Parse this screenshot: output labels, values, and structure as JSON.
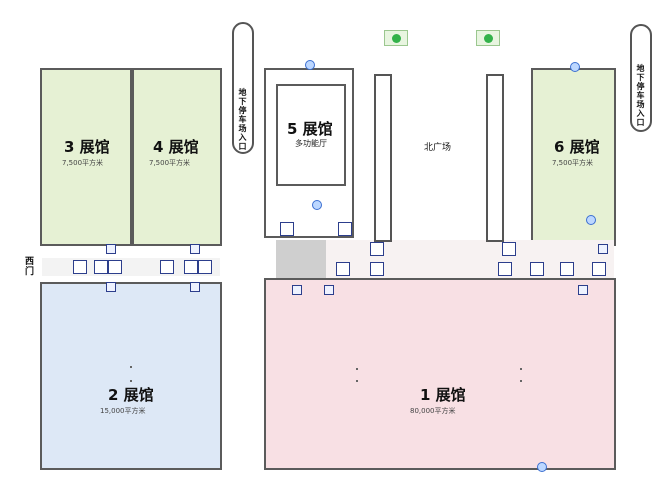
{
  "halls": {
    "hall1": {
      "name": "1 展馆",
      "area": "80,000平方米"
    },
    "hall2": {
      "name": "2 展馆",
      "area": "15,000平方米"
    },
    "hall3": {
      "name": "3 展馆",
      "area": "7,500平方米"
    },
    "hall4": {
      "name": "4 展馆",
      "area": "7,500平方米"
    },
    "hall5": {
      "name": "5 展馆",
      "area": "多功能厅"
    },
    "hall6": {
      "name": "6 展馆",
      "area": "7,500平方米"
    }
  },
  "labels": {
    "plaza": "北广场",
    "west_gate": "西门",
    "parking_left": "地下停车场入口",
    "parking_right": "地下停车场入口"
  },
  "colors": {
    "green_hall": "#e6f1d4",
    "blue_hall": "#dde8f6",
    "pink_hall": "#f8e0e4",
    "outline": "#5b5b5b",
    "facility": "#2c3e8c",
    "exit_green": "#33b24a"
  }
}
